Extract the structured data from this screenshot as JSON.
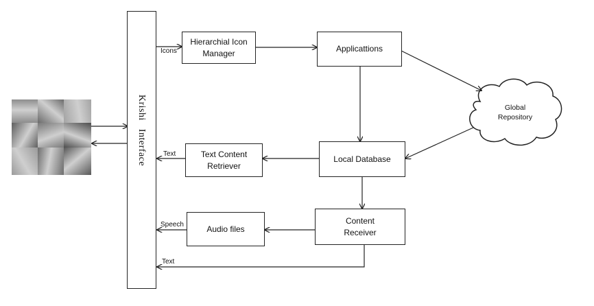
{
  "interface": {
    "label": "Krishi   Interface"
  },
  "photo_collage": {
    "tiles": [
      "#8d8d8d",
      "#6b6b6b",
      "#a4a4a4",
      "#5f5f5f",
      "#7a7a7a",
      "#4d4d4d",
      "#9b9b9b",
      "#6e6e6e",
      "#585858"
    ]
  },
  "nodes": {
    "icon_manager": "Hierarchial Icon\nManager",
    "applications": "Applicattions",
    "global_repository": "Global\nRepository",
    "local_database": "Local Database",
    "text_retriever": "Text Content\nRetriever",
    "audio_files": "Audio files",
    "content_receiver": "Content\nReceiver"
  },
  "edge_labels": {
    "icons": "Icons",
    "text_top": "Text",
    "speech": "Speech",
    "text_bottom": "Text"
  },
  "colors": {
    "stroke": "#222222"
  }
}
